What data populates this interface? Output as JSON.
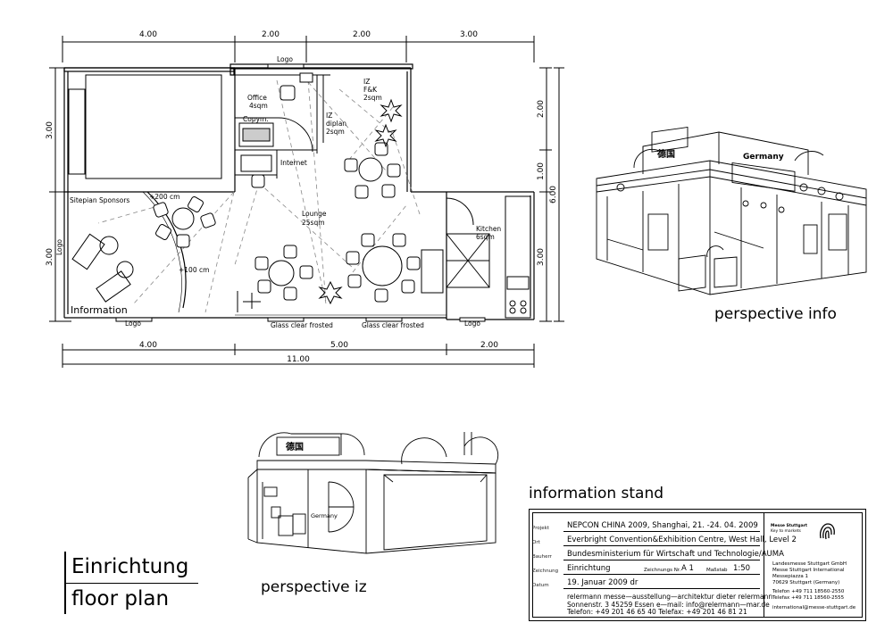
{
  "dimensions": {
    "top": [
      "4.00",
      "2.00",
      "2.00",
      "3.00"
    ],
    "bottom": [
      "4.00",
      "5.00",
      "2.00"
    ],
    "total": "11.00",
    "left": [
      "3.00",
      "3.00"
    ],
    "right_inner": [
      "2.00",
      "1.00",
      "3.00"
    ],
    "right_total": "6.00"
  },
  "rooms": {
    "logo_top": "Logo",
    "office": "Office",
    "office_area": "4sqm",
    "copym": "Copym.",
    "internet": "Internet",
    "iz_fk": "IZ",
    "iz_fk_sub": "F&K",
    "iz_fk_area": "2sqm",
    "iz_diplan": "IZ",
    "iz_diplan_sub": "diplan",
    "iz_diplan_area": "2sqm",
    "sitepian": "Sitepian Sponsors",
    "plus200": "+200 cm",
    "plus100": "+100 cm",
    "logo_left": "Logo",
    "information": "Information",
    "logo_bottom": "Logo",
    "lounge": "Lounge",
    "lounge_area": "25sqm",
    "kitchen": "Kitchen",
    "kitchen_area": "6sqm",
    "glass1": "Glass clear frosted",
    "glass2": "Glass clear frosted",
    "logo_bottom_right": "Logo"
  },
  "booth": {
    "germany_sign": "Germany",
    "china_sign": "德国"
  },
  "captions": {
    "perspective_info": "perspective info",
    "perspective_iz": "perspective iz",
    "information_stand": "information stand",
    "title_de": "Einrichtung",
    "title_en": "floor plan"
  },
  "title_block": {
    "rows": [
      {
        "label": "Projekt",
        "value": "NEPCON CHINA 2009, Shanghai, 21. -24. 04. 2009"
      },
      {
        "label": "Ort",
        "value": "Everbright Convention&Exhibition Centre, West Hall, Level 2"
      },
      {
        "label": "Bauherr",
        "value": "Bundesministerium für Wirtschaft und Technologie/AUMA"
      },
      {
        "label": "Zeichnung",
        "value": "Einrichtung"
      },
      {
        "label": "Datum",
        "value": "19. Januar 2009 dr"
      }
    ],
    "drawing_no_label": "Zeichnungs Nr.",
    "drawing_no": "A 1",
    "scale_label": "Maßstab",
    "scale": "1:50",
    "architect_line1": "relermann messe—ausstellung—architektur dieter relermann",
    "architect_line2": "Sonnenstr. 3 45259 Essen e—mail: info@relermann—mar.de",
    "architect_line3": "Telefon: +49 201 46 65 40 Telefax: +49 201 46 81 21",
    "company_logo_text": "Messe Stuttgart",
    "company_tagline": "Key to markets",
    "company_line1": "Landesmesse Stuttgart GmbH",
    "company_line2": "Messe Stuttgart International",
    "company_line3": "Messepiazza 1",
    "company_line4": "70629 Stuttgart (Germany)",
    "company_phone": "Telefon +49 711 18560-2550",
    "company_fax": "Telefax +49 711 18560-2555",
    "company_email": "international@messe-stuttgart.de"
  }
}
